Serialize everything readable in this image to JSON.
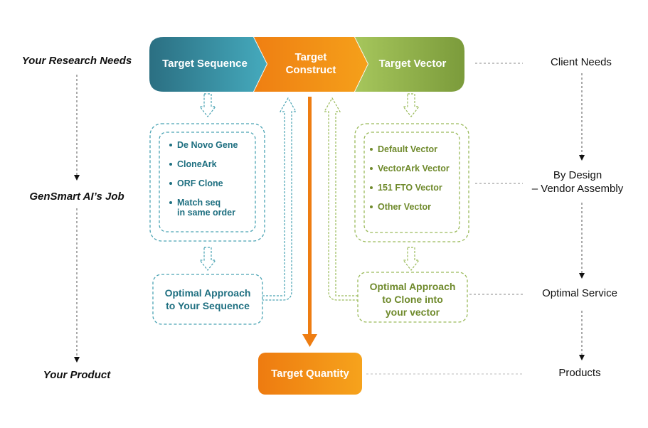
{
  "left_labels": {
    "research_needs": "Your Research Needs",
    "ai_job": "GenSmart AI’s Job",
    "product": "Your Product"
  },
  "right_labels": {
    "client_needs": "Client Needs",
    "by_design_line1": "By Design",
    "by_design_line2": "– Vendor Assembly",
    "optimal_service": "Optimal Service",
    "products": "Products"
  },
  "header": {
    "target_sequence": "Target Sequence",
    "target_construct_line1": "Target",
    "target_construct_line2": "Construct",
    "target_vector": "Target Vector"
  },
  "sequence_options": [
    "De Novo Gene",
    "CloneArk",
    "ORF Clone",
    "Match seq",
    "in same order"
  ],
  "vector_options": [
    "Default Vector",
    "VectorArk Vector",
    "151 FTO Vector",
    "Other Vector"
  ],
  "sequence_approach": [
    "Optimal Approach",
    "to Your Sequence"
  ],
  "vector_approach": [
    "Optimal Approach",
    "to Clone into",
    "your vector"
  ],
  "target_quantity": "Target Quantity",
  "colors": {
    "teal_dark": "#2b6f82",
    "teal_light": "#3fa8ba",
    "orange": "#ee7d12",
    "orange_light": "#f6a21a",
    "green_light": "#a4c45a",
    "green_dark": "#7a9a3a"
  }
}
